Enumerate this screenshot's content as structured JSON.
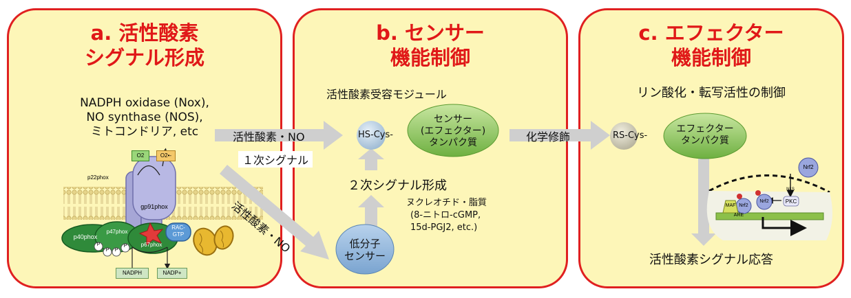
{
  "panels": {
    "a": {
      "title_line1": "a. 活性酸素",
      "title_line2": "シグナル形成",
      "sources_line1": "NADPH oxidase (Nox),",
      "sources_line2": "NO synthase (NOS),",
      "sources_line3": "ミトコンドリア, etc",
      "o2": "O2",
      "superoxide": "O2•-",
      "p22phox": "p22phox",
      "gp91phox": "gp91phox",
      "p40phox": "p40phox",
      "p47phox": "p47phox",
      "p67phox": "p67phox",
      "rac_gtp_line1": "RAC-",
      "rac_gtp_line2": "GTP",
      "phospho": "P",
      "nadph": "NADPH",
      "nadp": "NADP+"
    },
    "b": {
      "title_line1": "b. センサー",
      "title_line2": "機能制御",
      "module_label": "活性酸素受容モジュール",
      "hs_cys": "HS-Cys-",
      "sensor_line1": "センサー",
      "sensor_line2": "(エフェクター)",
      "sensor_line3": "タンパク質",
      "secondary": "２次シグナル形成",
      "mol_line1": "ヌクレオチド・脂質",
      "mol_line2": "(8-ニトロ-cGMP,",
      "mol_line3": "15d-PGJ2, etc.)",
      "lmw_line1": "低分子",
      "lmw_line2": "センサー"
    },
    "c": {
      "title_line1": "c. エフェクター",
      "title_line2": "機能制御",
      "subtitle": "リン酸化・転写活性の制御",
      "rs_cys": "RS-Cys-",
      "effector_line1": "エフェクター",
      "effector_line2": "タンパク質",
      "nrf2": "Nrf2",
      "nls": "NLS",
      "maf": "MAF",
      "pkc": "PKC",
      "are": "ARE",
      "response": "活性酸素シグナル応答"
    }
  },
  "arrows": {
    "ros_no": "活性酸素・NO",
    "primary_signal": "１次シグナル",
    "ros_no_diag": "活性酸素・NO",
    "chemical_mod": "化学修飾"
  },
  "colors": {
    "panel_fill": "#fdf6b8",
    "panel_border": "#e02020",
    "title_red": "#e01818",
    "arrow_gray": "#cfcfcf",
    "oval_green": "#8cc65a",
    "oval_blue": "#8fb4d8"
  }
}
